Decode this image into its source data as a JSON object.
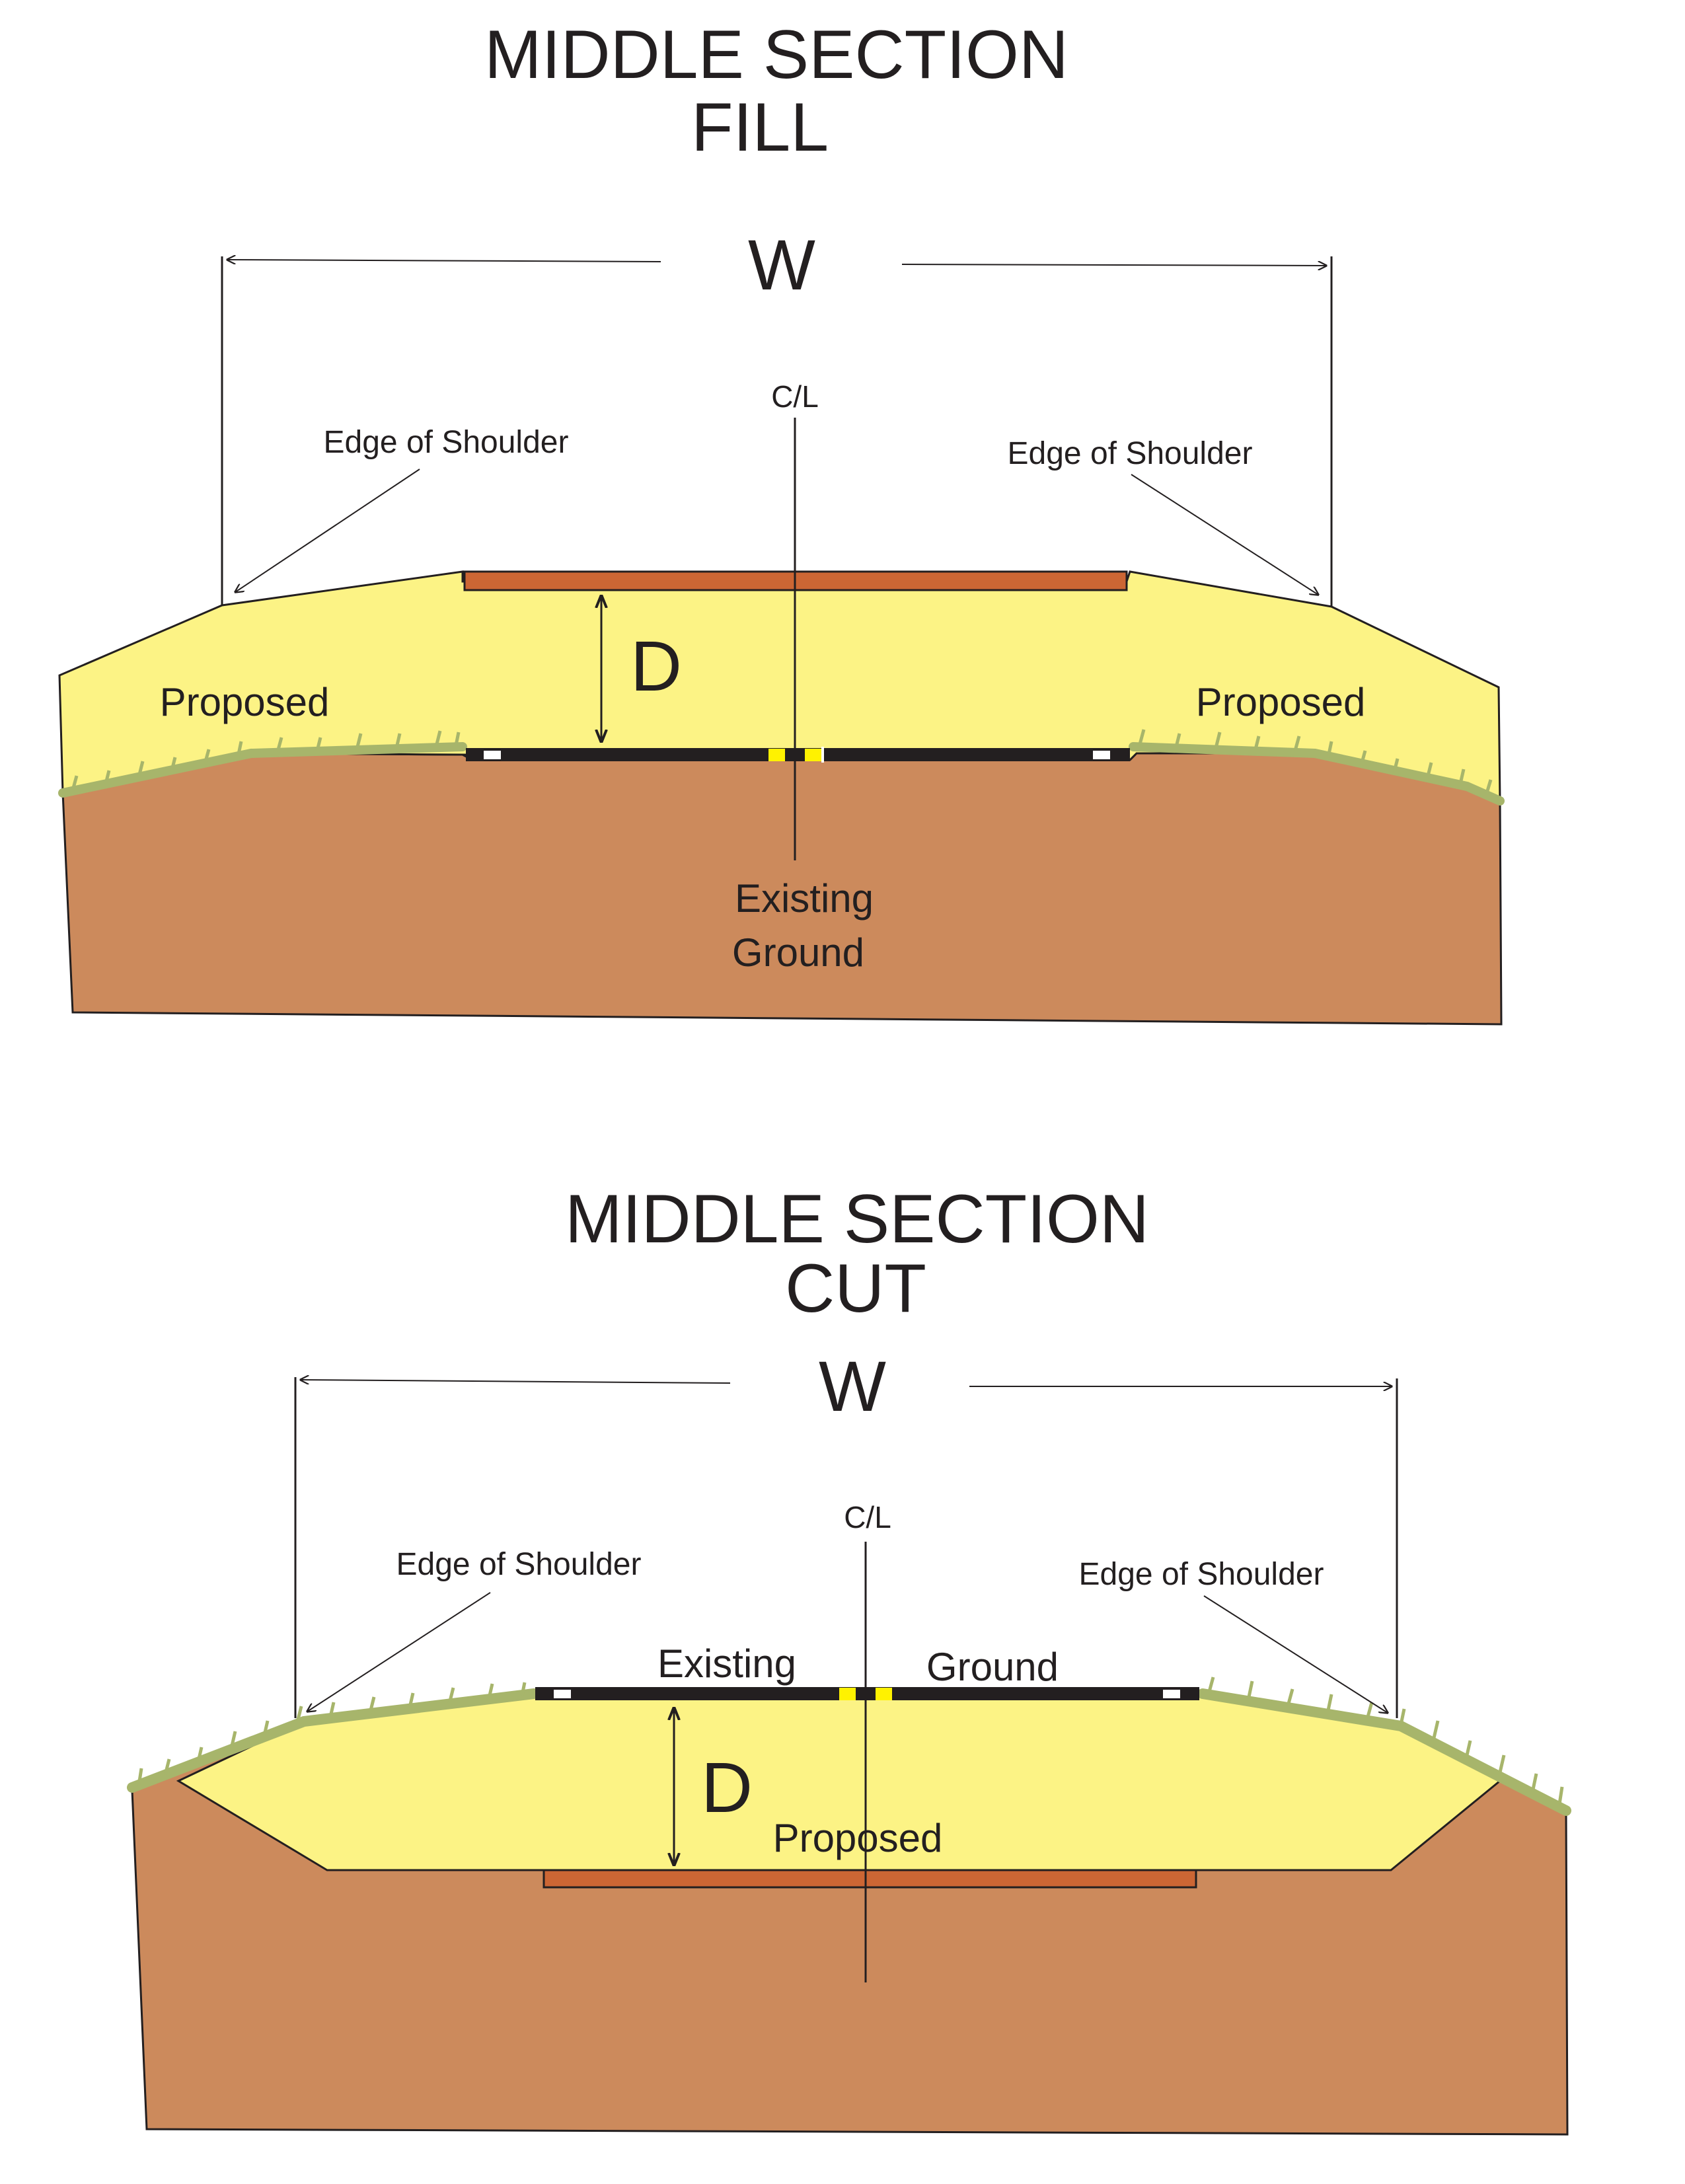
{
  "colors": {
    "ground": "#cc8a5c",
    "fill": "#fcf385",
    "subgrade_strip": "#cc6634",
    "grass": "#a7b56b",
    "pavement": "#231f20",
    "centerline_marking": "#fff200",
    "edge_marking": "#ffffff",
    "line": "#231f20"
  },
  "fill_section": {
    "title_line1": "MIDDLE SECTION",
    "title_line2": "FILL",
    "width_label": "W",
    "depth_label": "D",
    "centerline_label": "C/L",
    "left_shoulder_label": "Edge of Shoulder",
    "right_shoulder_label": "Edge of Shoulder",
    "left_proposed_label": "Proposed",
    "right_proposed_label": "Proposed",
    "existing_label_line1": "Existing",
    "existing_label_line2": "Ground"
  },
  "cut_section": {
    "title_line1": "MIDDLE SECTION",
    "title_line2": "CUT",
    "width_label": "W",
    "depth_label": "D",
    "centerline_label": "C/L",
    "left_shoulder_label": "Edge of Shoulder",
    "right_shoulder_label": "Edge of Shoulder",
    "existing_label_left": "Existing",
    "existing_label_right": "Ground",
    "proposed_label": "Proposed"
  }
}
